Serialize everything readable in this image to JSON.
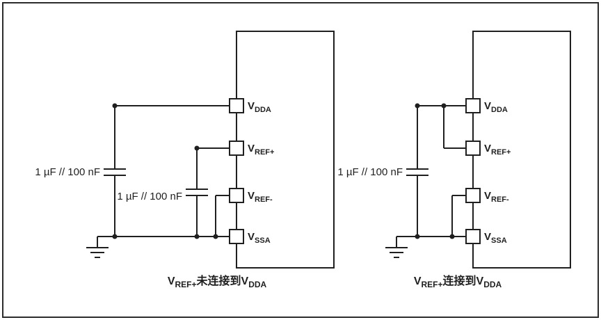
{
  "colors": {
    "line": "#1f1f1f",
    "background": "#ffffff",
    "border": "#2b2b2b"
  },
  "left_diagram": {
    "cap_main_label": "1 µF // 100 nF",
    "cap_vref_label": "1 µF // 100 nF",
    "pins": [
      {
        "main": "V",
        "sub": "DDA"
      },
      {
        "main": "V",
        "sub": "REF+"
      },
      {
        "main": "V",
        "sub": "REF-"
      },
      {
        "main": "V",
        "sub": "SSA"
      }
    ],
    "caption": {
      "p1": "V",
      "s1": "REF+",
      "p2": "未连接到V",
      "s2": "DDA"
    }
  },
  "right_diagram": {
    "cap_main_label": "1 µF // 100 nF",
    "pins": [
      {
        "main": "V",
        "sub": "DDA"
      },
      {
        "main": "V",
        "sub": "REF+"
      },
      {
        "main": "V",
        "sub": "REF-"
      },
      {
        "main": "V",
        "sub": "SSA"
      }
    ],
    "caption": {
      "p1": "V",
      "s1": "REF+",
      "p2": "连接到V",
      "s2": "DDA"
    }
  }
}
